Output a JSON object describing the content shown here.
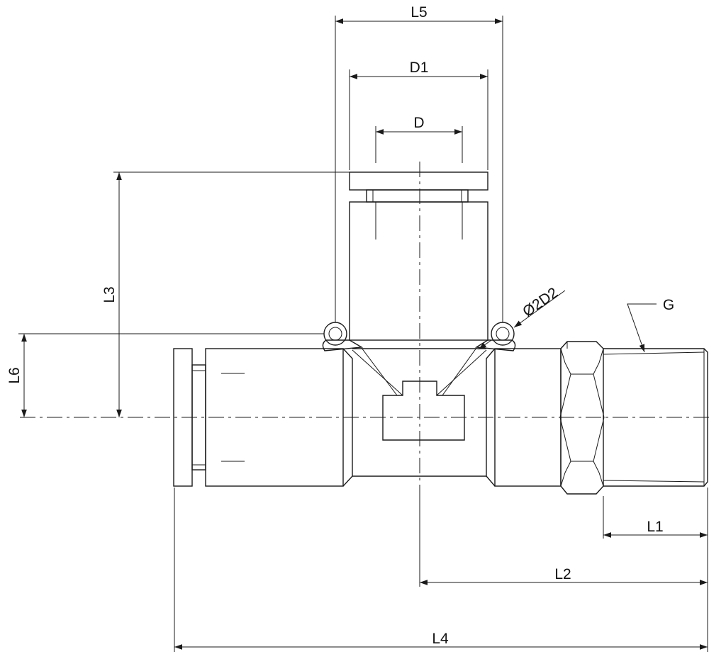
{
  "labels": {
    "l5": "L5",
    "d1": "D1",
    "d": "D",
    "l3": "L3",
    "l6": "L6",
    "d2": "Ø2D2",
    "g": "G",
    "l1": "L1",
    "l2": "L2",
    "l4": "L4"
  },
  "colors": {
    "line": "#1a1a1a",
    "background": "#ffffff"
  }
}
